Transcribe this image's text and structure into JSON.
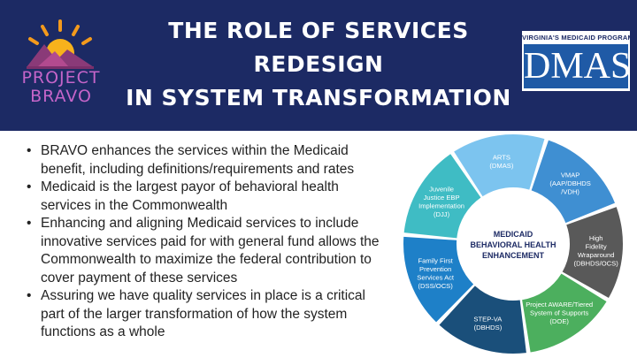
{
  "header": {
    "logo_name_line1": "PROJECT",
    "logo_name_line2": "BRAVO",
    "title_line1": "THE ROLE OF SERVICES",
    "title_line2": "REDESIGN",
    "title_line3": "IN SYSTEM TRANSFORMATION",
    "dmas_program": "VIRGINIA'S MEDICAID PROGRAM",
    "dmas_word": "DMAS"
  },
  "bullets": [
    "BRAVO enhances the services within the Medicaid benefit, including definitions/requirements and rates",
    "Medicaid is the largest payor of behavioral health services in the Commonwealth",
    "Enhancing and aligning Medicaid services to include innovative services paid for with general fund allows the Commonwealth to maximize the federal contribution to cover payment of these services",
    "Assuring we have quality services in place is a critical part of the larger transformation of how the system functions as a whole"
  ],
  "diagram": {
    "center": [
      "MEDICAID",
      "BEHAVIORAL HEALTH",
      "ENHANCEMENT"
    ],
    "segments": [
      {
        "id": "arts",
        "lines": [
          "ARTS",
          "(DMAS)"
        ],
        "color": "#7cc4ef"
      },
      {
        "id": "vmap",
        "lines": [
          "VMAP",
          "(AAP/DBHDS",
          "/VDH)"
        ],
        "color": "#3f8fd2"
      },
      {
        "id": "high-fidelity",
        "lines": [
          "High",
          "Fidelity",
          "Wraparound",
          "(DBHDS/OCS)"
        ],
        "color": "#595959"
      },
      {
        "id": "project-aware",
        "lines": [
          "Project AWARE/Tiered",
          "System of Supports",
          "(DOE)"
        ],
        "color": "#4caf5e"
      },
      {
        "id": "step-va",
        "lines": [
          "STEP-VA",
          "(DBHDS)"
        ],
        "color": "#1a4f7a"
      },
      {
        "id": "family-first",
        "lines": [
          "Family First",
          "Prevention",
          "Services Act",
          "(DSS/OCS)"
        ],
        "color": "#1e80c8"
      },
      {
        "id": "juvenile-justice",
        "lines": [
          "Juvenile",
          "Justice EBP",
          "Implementation",
          "(DJJ)"
        ],
        "color": "#3fbcc4"
      }
    ]
  }
}
